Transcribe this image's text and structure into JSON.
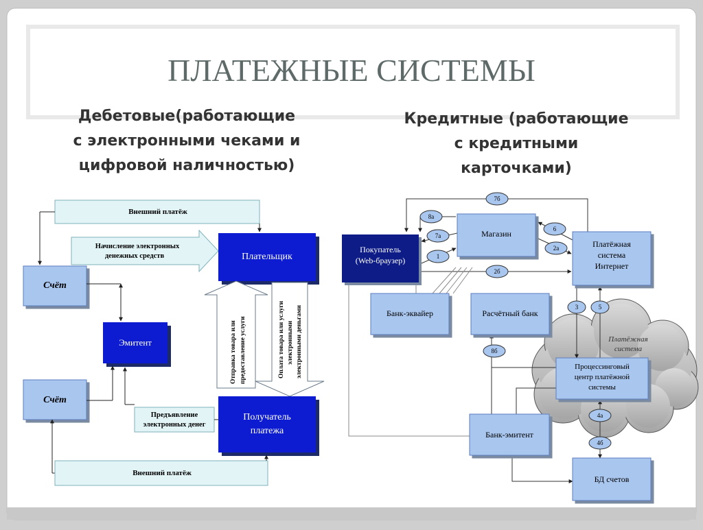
{
  "slide": {
    "title": "ПЛАТЕЖНЫЕ СИСТЕМЫ",
    "debit_heading": [
      "Дебетовые(работающие",
      "с электронными чеками и",
      "цифровой наличностью)"
    ],
    "credit_heading": [
      "Кредитные (работающие",
      "с кредитными",
      "карточками)"
    ]
  },
  "debit_diagram": {
    "external_payment_top": "Внешний платёж",
    "accrual": [
      "Начисление электронных",
      "денежных средств"
    ],
    "payer": "Плательщик",
    "account_1": "Счёт",
    "account_2": "Счёт",
    "issuer": "Эмитент",
    "shipping": [
      "Отправка товара или",
      "предоставление услуги"
    ],
    "payment": [
      "Оплата товара или услуги",
      "электронными",
      "электронными деньгами"
    ],
    "presentation": [
      "Предъявление",
      "электронных денег"
    ],
    "recipient": [
      "Получатель",
      "платежа"
    ],
    "external_payment_bottom": "Внешний платёж"
  },
  "credit_diagram": {
    "buyer": [
      "Покупатель",
      "(Web-браузер)"
    ],
    "shop": "Магазин",
    "internet_system": [
      "Платёжная",
      "система",
      "Интернет"
    ],
    "acquirer": "Банк-эквайер",
    "settlement_bank": "Расчётный банк",
    "cloud_label": [
      "Платёжная",
      "система"
    ],
    "processing": [
      "Процессинговый",
      "центр платёжной",
      "системы"
    ],
    "issuer_bank": "Банк-эмитент",
    "accounts_db": "БД счетов",
    "steps": {
      "s7b": "7б",
      "s8a": "8а",
      "s7a": "7а",
      "s1": "1",
      "s6": "6",
      "s2a": "2а",
      "s2b": "2б",
      "s3": "3",
      "s5": "5",
      "s8b": "8б",
      "s4a": "4а",
      "s4b": "4б"
    }
  }
}
